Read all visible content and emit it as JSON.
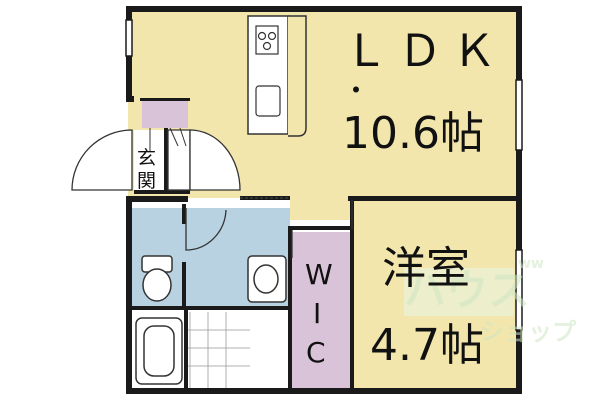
{
  "rooms": {
    "ldk": {
      "line1": "ＬＤＫ",
      "dot": "・",
      "size": "10.6帖",
      "color": "#f2e6ad"
    },
    "western": {
      "name": "洋室",
      "size": "4.7帖",
      "color": "#f2e6ad"
    },
    "wic": {
      "letters": [
        "W",
        "I",
        "C"
      ],
      "color": "#d9c3d8"
    },
    "entrance": {
      "chars": [
        "玄",
        "関"
      ]
    },
    "bath": {
      "color": "#ffffff"
    },
    "washroom": {
      "color": "#b8d2e2"
    },
    "toilet": {
      "color": "#b8d2e2"
    }
  },
  "watermark": {
    "main": "ハウス",
    "sub": "ショップ",
    "small": "ww"
  }
}
